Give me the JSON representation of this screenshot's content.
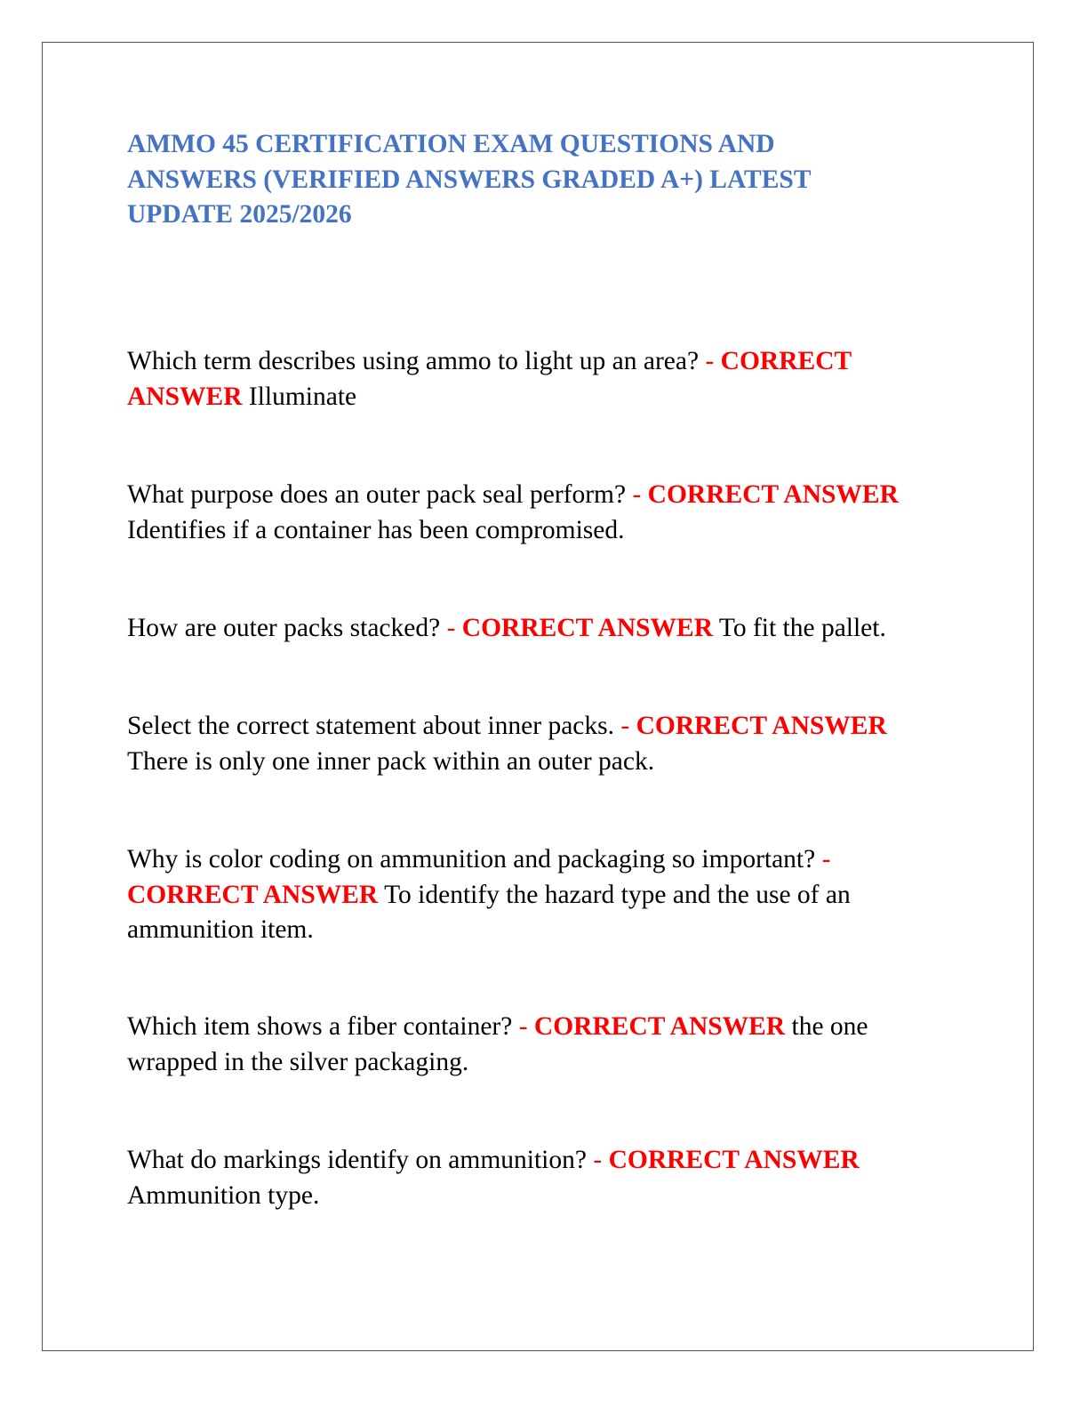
{
  "document": {
    "title": "AMMO 45 CERTIFICATION EXAM QUESTIONS AND ANSWERS (VERIFIED ANSWERS GRADED A+) LATEST UPDATE 2025/2026",
    "colors": {
      "title": "#4472c4",
      "answer_marker": "#ff0000",
      "body_text": "#000000",
      "border": "#555555"
    },
    "answer_dash": " - ",
    "answer_label": "CORRECT ANSWER",
    "items": [
      {
        "question": "Which term describes using ammo to light up an area?",
        "answer": "Illuminate"
      },
      {
        "question": "What purpose does an outer pack seal perform?",
        "answer": "Identifies if a container has been compromised."
      },
      {
        "question": "How are outer packs stacked?",
        "answer": "To fit the pallet."
      },
      {
        "question": "Select the correct statement about inner packs.",
        "answer": "There is only one inner pack within an outer pack."
      },
      {
        "question": "Why is color coding on ammunition and packaging so important?",
        "answer": "To identify the hazard type and the use of an ammunition item."
      },
      {
        "question": "Which item shows a fiber container?",
        "answer": "the one wrapped in the silver packaging."
      },
      {
        "question": "What do markings identify on ammunition?",
        "answer": "Ammunition type."
      }
    ]
  }
}
